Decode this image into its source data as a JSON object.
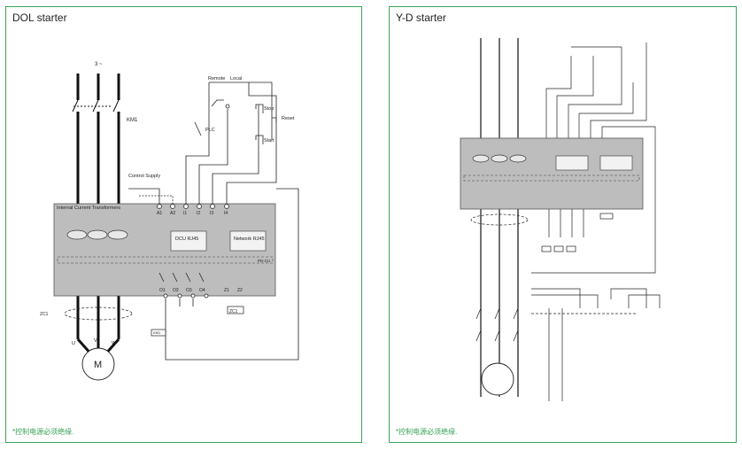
{
  "left": {
    "title": "DOL starter",
    "supply": "3 ~",
    "km1": "KM1",
    "remote": "Remote",
    "local": "Local",
    "plc": "PLC",
    "stop": "Stop",
    "start": "Start",
    "reset": "Reset",
    "control_supply": "Control Supply",
    "ct": "Internal Current Transformers",
    "term_top": [
      "A1",
      "A2",
      "I1",
      "I2",
      "I3",
      "I4"
    ],
    "term_bottom": [
      "O1",
      "O2",
      "O3",
      "O4",
      "Z1",
      "Z2"
    ],
    "dcu": "DCU RJ45",
    "network": "Network RJ45",
    "module": "PD-CU",
    "zc1": "ZC1",
    "km1_coil": "KM1",
    "phases": [
      "U",
      "V",
      "W"
    ],
    "motor": "M",
    "footnote": "*控制电源必须绝缘."
  },
  "right": {
    "title": "Y-D starter",
    "footnote": "*控制电源必须绝缘."
  }
}
